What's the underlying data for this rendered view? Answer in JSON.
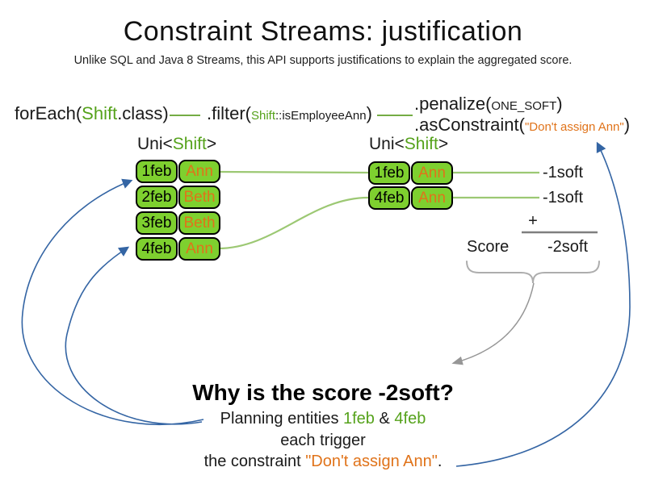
{
  "title": "Constraint Streams: justification",
  "subtitle": "Unlike SQL and Java 8 Streams, this API supports justifications to explain the aggregated score.",
  "colors": {
    "green_text": "#55A21B",
    "green_fill": "#7ED02F",
    "orange": "#E0731A",
    "blue_arrow": "#3465A4",
    "gray": "#7F7F7F",
    "connector_green": "#9CC873"
  },
  "code": {
    "foreach": {
      "pre": "forEach(",
      "class_token": "Shift",
      "post": ".class)"
    },
    "filter": {
      "pre": ".filter(",
      "class_token": "Shift",
      "method": "::isEmployeeAnn",
      "post": ")"
    },
    "penalize": {
      "pre": ".penalize(",
      "arg": "ONE_SOFT",
      "post": ")"
    },
    "as_constraint": {
      "pre": ".asConstraint(",
      "arg": "\"Don't assign Ann\"",
      "post": ")"
    }
  },
  "left_stream": {
    "header": {
      "pre": "Uni<",
      "type": "Shift",
      "post": ">"
    },
    "rows": [
      {
        "date": "1feb",
        "employee": "Ann"
      },
      {
        "date": "2feb",
        "employee": "Beth"
      },
      {
        "date": "3feb",
        "employee": "Beth"
      },
      {
        "date": "4feb",
        "employee": "Ann"
      }
    ]
  },
  "right_stream": {
    "header": {
      "pre": "Uni<",
      "type": "Shift",
      "post": ">"
    },
    "rows": [
      {
        "date": "1feb",
        "employee": "Ann",
        "penalty": "-1soft"
      },
      {
        "date": "4feb",
        "employee": "Ann",
        "penalty": "-1soft"
      }
    ]
  },
  "score_summary": {
    "plus": "+",
    "label": "Score",
    "value": "-2soft"
  },
  "explanation": {
    "heading": "Why is the score -2soft?",
    "line1_pre": "Planning entities ",
    "line1_entity1": "1feb",
    "line1_mid": " & ",
    "line1_entity2": "4feb",
    "line2": "each trigger",
    "line3_pre": "the constraint ",
    "line3_constraint": "\"Don't assign Ann\"",
    "line3_post": "."
  }
}
